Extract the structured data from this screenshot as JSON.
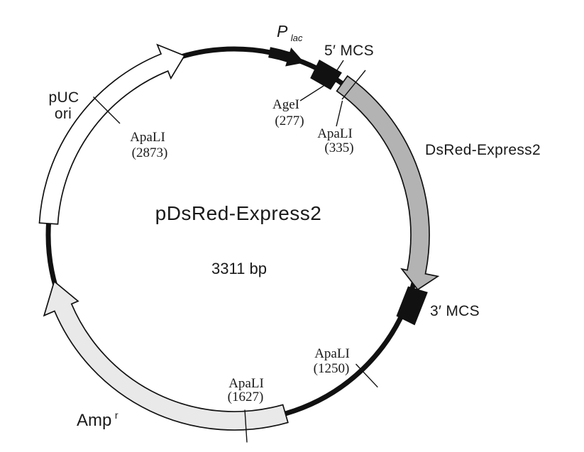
{
  "plasmid": {
    "name": "pDsRed-Express2",
    "size": "3311 bp"
  },
  "features": {
    "plac": {
      "main": "P",
      "sub": "lac"
    },
    "mcs5": {
      "label": "5′ MCS"
    },
    "dsred": {
      "label": "DsRed-Express2"
    },
    "mcs3": {
      "label": "3′ MCS"
    },
    "amp": {
      "main": "Amp",
      "sup": "r"
    },
    "puc": {
      "line1": "pUC",
      "line2": "ori"
    }
  },
  "restriction_sites": {
    "agei_277": {
      "enzyme": "AgeI",
      "position": "(277)"
    },
    "apali_335": {
      "enzyme": "ApaLI",
      "position": "(335)"
    },
    "apali_1250": {
      "enzyme": "ApaLI",
      "position": "(1250)"
    },
    "apali_1627": {
      "enzyme": "ApaLI",
      "position": "(1627)"
    },
    "apali_2873": {
      "enzyme": "ApaLI",
      "position": "(2873)"
    }
  },
  "colors": {
    "outline": "#111111",
    "dsred_fill": "#b3b3b3",
    "amp_fill": "#e9e9e9",
    "puc_fill": "#ffffff",
    "background": "#ffffff"
  }
}
